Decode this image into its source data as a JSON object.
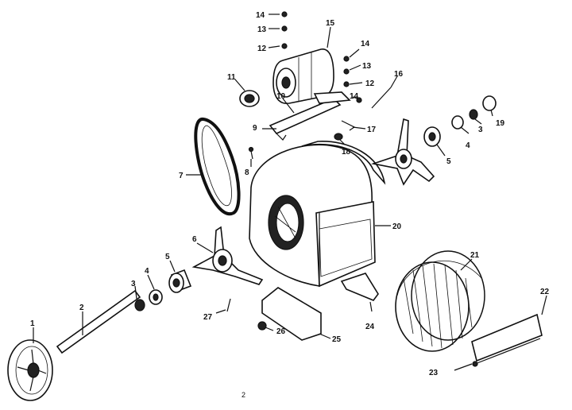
{
  "diagram": {
    "callouts": [
      "1",
      "2",
      "3",
      "4",
      "5",
      "6",
      "7",
      "8",
      "9",
      "10",
      "11",
      "12",
      "12",
      "13",
      "13",
      "14",
      "14",
      "14",
      "15",
      "16",
      "17",
      "18",
      "19",
      "3",
      "4",
      "5",
      "20",
      "21",
      "22",
      "23",
      "24",
      "25",
      "26",
      "27"
    ],
    "footer_mark": "2"
  }
}
